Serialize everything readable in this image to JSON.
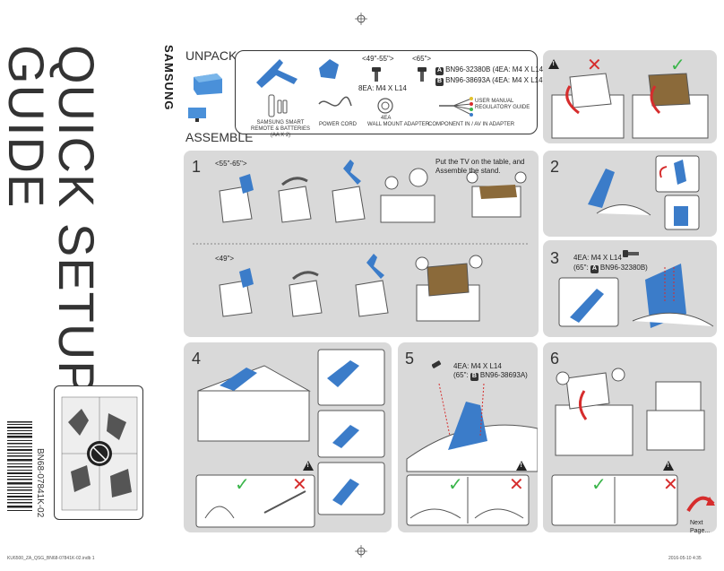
{
  "brand": "SAMSUNG",
  "guide_title_line1": "QUICK SETUP",
  "guide_title_line2": "GUIDE",
  "barcode_text": "BN68-07841K-02",
  "unpack": {
    "heading": "UNPACK",
    "size_label_a": "<49\"-55\">",
    "size_label_b": "<65\">",
    "screw_text": "8EA: M4 X L14",
    "part_a": "BN96-32380B (4EA: M4 X L14)",
    "part_b": "BN96-38693A (4EA: M4 X L14)",
    "badge_a": "A",
    "badge_b": "B",
    "items": {
      "remote": "SAMSUNG SMART REMOTE & BATTERIES (AA X 2)",
      "power_cord": "POWER CORD",
      "wall_adapter_count": "4EA",
      "wall_adapter": "WALL MOUNT ADAPTER",
      "component": "COMPONENT IN / AV IN ADAPTER",
      "manual": "USER MANUAL",
      "regulatory": "REGULATORY GUIDE"
    }
  },
  "assemble": {
    "heading": "ASSEMBLE"
  },
  "step1": {
    "number": "1",
    "size_a": "<55\"-65\">",
    "size_b": "<49\">",
    "instruction": "Put the TV on the table, and Assemble the stand."
  },
  "step2": {
    "number": "2"
  },
  "step3": {
    "number": "3",
    "screw_text": "4EA: M4 X L14",
    "part_prefix": "(65\":",
    "badge": "A",
    "part": "BN96-32380B)"
  },
  "step4": {
    "number": "4"
  },
  "step5": {
    "number": "5",
    "screw_text": "4EA: M4 X L14",
    "part_prefix": "(65\":",
    "badge": "B",
    "part": "BN96-38693A)"
  },
  "step6": {
    "number": "6"
  },
  "next_page": "Next Page...",
  "footer_left": "KU6500_ZA_QSG_BN68-07841K-02.indb   1",
  "footer_right": "2016-05-10   4:35"
}
